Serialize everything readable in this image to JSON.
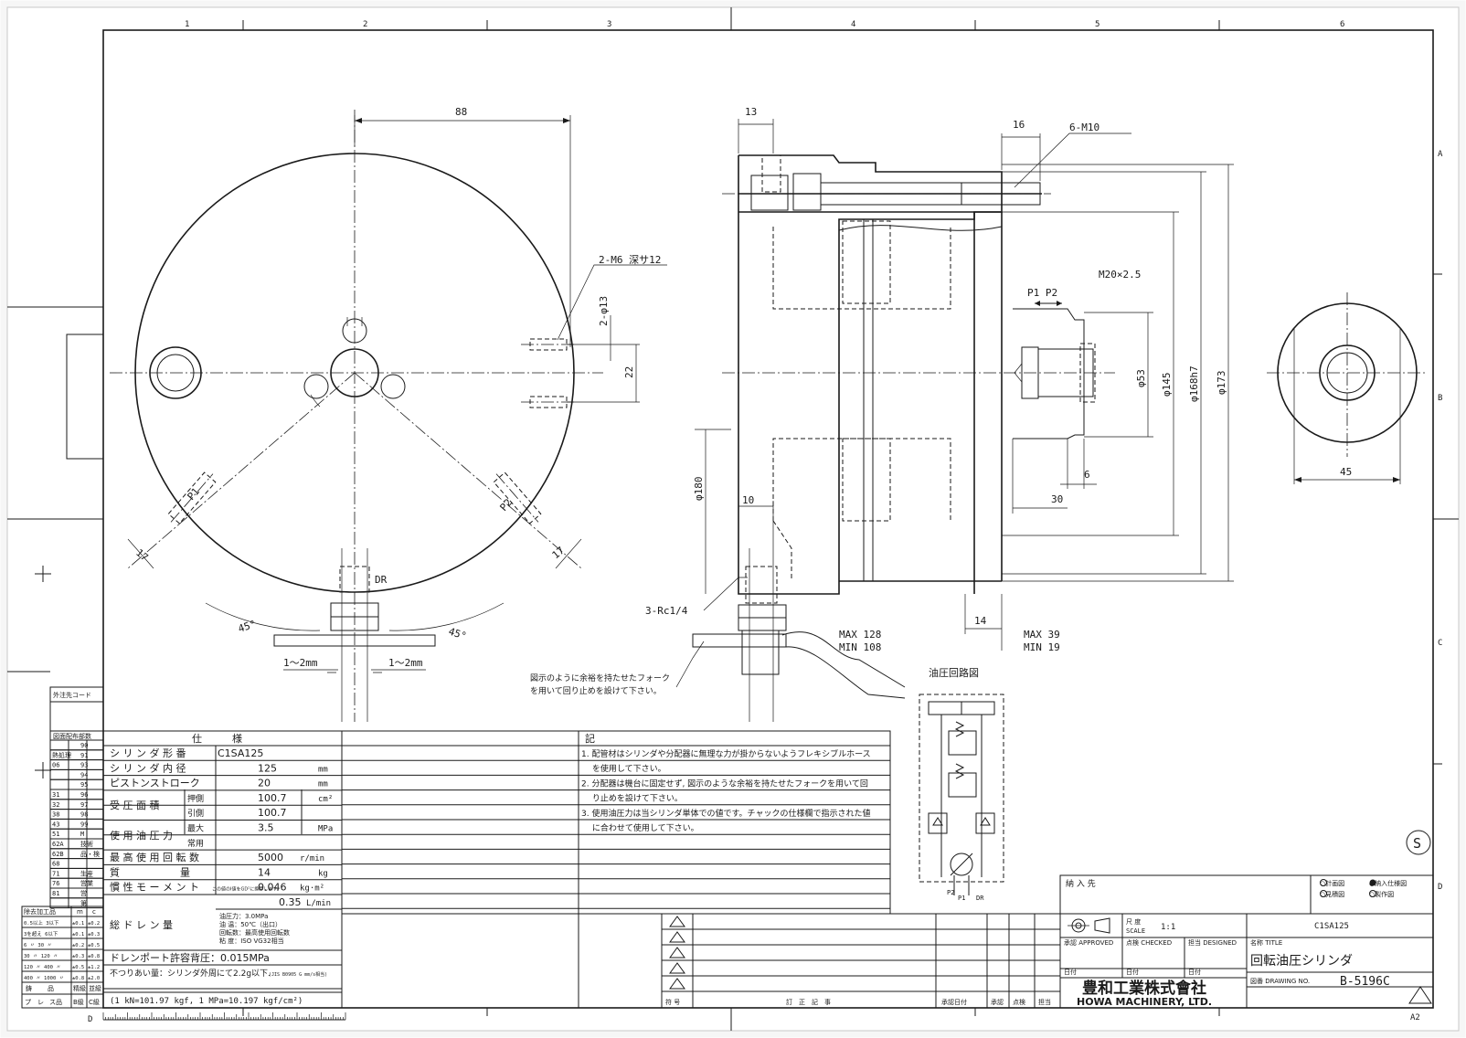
{
  "grid": {
    "columns": [
      "1",
      "2",
      "3",
      "4",
      "5",
      "6"
    ],
    "rows": [
      "A",
      "B",
      "C",
      "D"
    ],
    "bottom_left": "D",
    "sheet_size": "A2"
  },
  "front_view": {
    "dim_top": "88",
    "hole_label": "2-M6 深サ12",
    "dim_2phi13": "2-φ13",
    "dim_22": "22",
    "dim_17_left": "17",
    "dim_17_right": "17",
    "port_p1": "P1",
    "port_p2": "P2",
    "port_dr": "DR",
    "angle_left": "45°",
    "angle_right": "45°",
    "gap_left": "1～2mm",
    "gap_right": "1～2mm"
  },
  "side_view": {
    "dim_13": "13",
    "dim_16": "16",
    "label_6m10": "6-M10",
    "label_m20": "M20×2.5",
    "label_p1p2": "P1  P2",
    "dim_phi53": "φ53",
    "dim_phi145": "φ145",
    "dim_phi168": "φ168h7",
    "dim_phi173": "φ173",
    "dim_6": "6",
    "dim_30": "30",
    "dim_10": "10",
    "dim_phi180": "φ180",
    "label_rc": "3-Rc1/4",
    "dim_14": "14",
    "max_left": "MAX 128",
    "min_left": "MIN 108",
    "max_right": "MAX 39",
    "min_right": "MIN 19",
    "note_fork_1": "図示のように余裕を持たせたフォーク",
    "note_fork_2": "を用いて回り止めを設けて下さい。"
  },
  "end_view": {
    "dim_45": "45"
  },
  "hydraulic": {
    "title": "油圧回路図",
    "p1": "P1",
    "p2": "P2",
    "dr": "DR"
  },
  "left_strip": {
    "header": "外注先コード",
    "dist": "図面配布部数",
    "rows": [
      {
        "a": "",
        "b": "90"
      },
      {
        "a": "熱処理",
        "b": "91"
      },
      {
        "a": "06",
        "b": "93"
      },
      {
        "a": "",
        "b": "94"
      },
      {
        "a": "",
        "b": "95"
      },
      {
        "a": "31",
        "b": "96"
      },
      {
        "a": "32",
        "b": "97"
      },
      {
        "a": "38",
        "b": "98"
      },
      {
        "a": "43",
        "b": "99"
      },
      {
        "a": "51",
        "b": "M"
      },
      {
        "a": "62A",
        "b": "技術"
      },
      {
        "a": "62B",
        "b": "品・検"
      },
      {
        "a": "68",
        "b": ""
      },
      {
        "a": "71",
        "b": "生産"
      },
      {
        "a": "76",
        "b": "営業"
      },
      {
        "a": "81",
        "b": "営"
      },
      {
        "a": "",
        "b": "第"
      }
    ],
    "tol_header": [
      "除去加工品",
      "m",
      "c"
    ],
    "tol_rows": [
      [
        "0.5以上 3以下",
        "±0.1",
        "±0.2"
      ],
      [
        "3を超え 6以下",
        "±0.1",
        "±0.3"
      ],
      [
        "6 〃 30 〃",
        "±0.2",
        "±0.5"
      ],
      [
        "30 〃 120 〃",
        "±0.3",
        "±0.8"
      ],
      [
        "120 〃 400 〃",
        "±0.5",
        "±1.2"
      ],
      [
        "400 〃 1000 〃",
        "±0.8",
        "±2.0"
      ]
    ],
    "tol_footer_1": [
      "鋳",
      "品",
      "精級",
      "並級"
    ],
    "tol_footer_2": [
      "プ",
      "レ",
      "ス品",
      "B級",
      "C級"
    ]
  },
  "spec_table": {
    "header": "仕　　　様",
    "rows": [
      {
        "label": "シ リ ン ダ 形 番",
        "sub": "",
        "value": "C1SA125",
        "unit": ""
      },
      {
        "label": "シ リ ン ダ 内 径",
        "sub": "",
        "value": "125",
        "unit": "mm"
      },
      {
        "label": "ピストンストローク",
        "sub": "",
        "value": "20",
        "unit": "mm"
      },
      {
        "label": "受 圧 面 積",
        "sub": "押側",
        "value": "100.7",
        "unit": "cm²"
      },
      {
        "label": "",
        "sub": "引側",
        "value": "100.7",
        "unit": ""
      },
      {
        "label": "使 用 油 圧 力",
        "sub": "最大",
        "value": "3.5",
        "unit": "MPa"
      },
      {
        "label": "",
        "sub": "常用",
        "value": "",
        "unit": ""
      },
      {
        "label": "最 高 使 用 回 転 数",
        "sub": "",
        "value": "5000",
        "unit": "r/min"
      },
      {
        "label": "質　　　　　　量",
        "sub": "",
        "value": "14",
        "unit": "kg"
      },
      {
        "label": "慣 性 モ ー メ ン ト",
        "sub": "この値のI値をGD²に換算します。",
        "value": "0.046",
        "unit": "kg·m²"
      }
    ],
    "drain_label": "総 ド レ ン 量",
    "drain_value": "0.35",
    "drain_unit": "L/min",
    "drain_cond": [
      "油圧力：3.0MPa",
      "油 温：50℃（出口）",
      "回転数：最高使用回転数",
      "粘 度：ISO VG32相当"
    ],
    "backpressure": "ドレンポート許容背圧：0.015MPa",
    "unbalance": "不つりあい量：シリンダ外周にて2.2g以下.",
    "unbalance_std": "(JIS B0905 G mm/s相当)",
    "conversion": "(1 kN=101.97 kgf, 1 MPa=10.197 kgf/cm²)"
  },
  "notes": {
    "header": "記",
    "lines": [
      "1. 配管材はシリンダや分配器に無理な力が掛からないようフレキシブルホース",
      "　 を使用して下さい。",
      "2. 分配器は機台に固定せず, 図示のような余裕を持たせたフォークを用いて回",
      "　 り止めを設けて下さい。",
      "3. 使用油圧力は当シリンダ単体での値です。チャックの仕様欄で指示された値",
      "　 に合わせて使用して下さい。"
    ]
  },
  "revision": {
    "headers": [
      "符 号",
      "訂　正　記　事",
      "承認日付",
      "承認",
      "点検",
      "担当"
    ]
  },
  "title_block": {
    "customer_label": "納 入 先",
    "check_plan": "○計画図",
    "check_spec": "●納入仕様図",
    "check_estimate": "○見積図",
    "check_mfg": "○製作図",
    "scale_label": "尺 度",
    "scale_en": "SCALE",
    "scale_value": "1:1",
    "part_no": "C1SA125",
    "approved": "承認 APPROVED",
    "checked": "点検 CHECKED",
    "designed": "担当 DESIGNED",
    "date1": "日付",
    "date2": "日付",
    "date3": "日付",
    "name_label": "名称 TITLE",
    "name_value": "回転油圧シリンダ",
    "company_jp": "豊和工業株式會社",
    "company_en": "HOWA MACHINERY, LTD.",
    "drawing_label": "図番 DRAWING NO.",
    "drawing_no": "B-5196C",
    "stamp": "S"
  }
}
